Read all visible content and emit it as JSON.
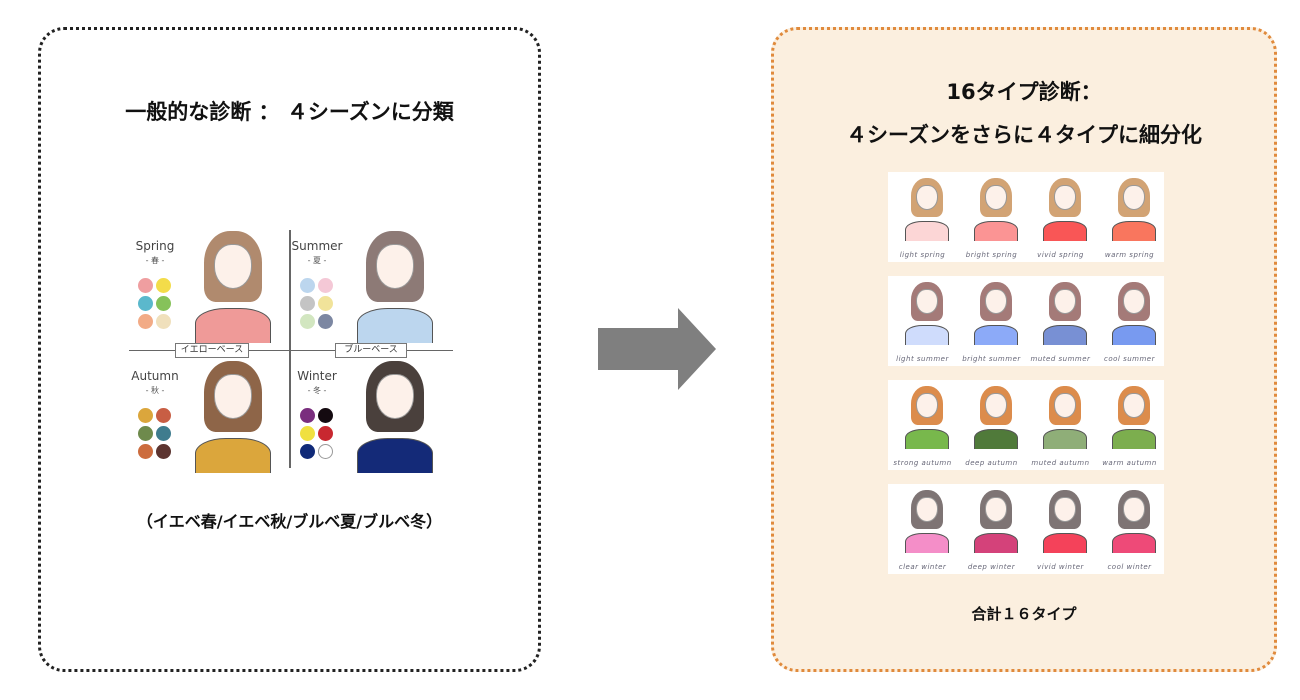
{
  "left": {
    "title": "一般的な診断 ： ４シーズンに分類",
    "caption": "（イエベ春/イエベ秋/ブルベ夏/ブルベ冬）",
    "yellow_base": "イエローベース",
    "blue_base": "ブルーベース",
    "quadrants": [
      {
        "name": "Spring",
        "sub": "- 春 -",
        "hair": "#b08a6e",
        "shirt": "#ef9a98",
        "colors": [
          "#ef9ea0",
          "#f3dc4a",
          "#5bb8cc",
          "#86c25a",
          "#f2ab86",
          "#f0e0bc"
        ]
      },
      {
        "name": "Summer",
        "sub": "- 夏 -",
        "hair": "#8d7a76",
        "shirt": "#bcd6ee",
        "colors": [
          "#bcd6ee",
          "#f4c8d6",
          "#c4c4c4",
          "#f1e39a",
          "#d2e6c0",
          "#7c87a2"
        ]
      },
      {
        "name": "Autumn",
        "sub": "- 秋 -",
        "hair": "#8e6548",
        "shirt": "#dba63c",
        "colors": [
          "#dba63c",
          "#c85e44",
          "#6e8a4c",
          "#3f7c8e",
          "#cc6c3e",
          "#5c3430"
        ]
      },
      {
        "name": "Winter",
        "sub": "- 冬 -",
        "hair": "#4a403c",
        "shirt": "#142a78",
        "colors": [
          "#7a2e7e",
          "#140a10",
          "#f0e040",
          "#c82830",
          "#102a78",
          "#ffffff"
        ]
      }
    ]
  },
  "right": {
    "title_line1": "16タイプ診断：",
    "title_line2": "４シーズンをさらに４タイプに細分化",
    "footer": "合計１６タイプ",
    "rows": [
      {
        "hair": "#d2a374",
        "types": [
          {
            "label": "light spring",
            "color": "#fcd6d6"
          },
          {
            "label": "bright spring",
            "color": "#fb9494"
          },
          {
            "label": "vivid spring",
            "color": "#f95656"
          },
          {
            "label": "warm spring",
            "color": "#f9765e"
          }
        ]
      },
      {
        "hair": "#a47a78",
        "types": [
          {
            "label": "light summer",
            "color": "#cfdcfc"
          },
          {
            "label": "bright summer",
            "color": "#8caaf8"
          },
          {
            "label": "muted summer",
            "color": "#7890d4"
          },
          {
            "label": "cool summer",
            "color": "#789af0"
          }
        ]
      },
      {
        "hair": "#dc8c4c",
        "types": [
          {
            "label": "strong autumn",
            "color": "#78b84c"
          },
          {
            "label": "deep autumn",
            "color": "#507a3a"
          },
          {
            "label": "muted autumn",
            "color": "#8fae78"
          },
          {
            "label": "warm autumn",
            "color": "#7cae4e"
          }
        ]
      },
      {
        "hair": "#7e7474",
        "types": [
          {
            "label": "clear winter",
            "color": "#f48ec8"
          },
          {
            "label": "deep winter",
            "color": "#d4427a"
          },
          {
            "label": "vivid winter",
            "color": "#f4425a"
          },
          {
            "label": "cool winter",
            "color": "#ee4a78"
          }
        ]
      }
    ]
  },
  "colors": {
    "arrow": "#7f7f7f",
    "left_border": "#222222",
    "right_border": "#e08a3c",
    "right_bg": "#fbefdf"
  }
}
